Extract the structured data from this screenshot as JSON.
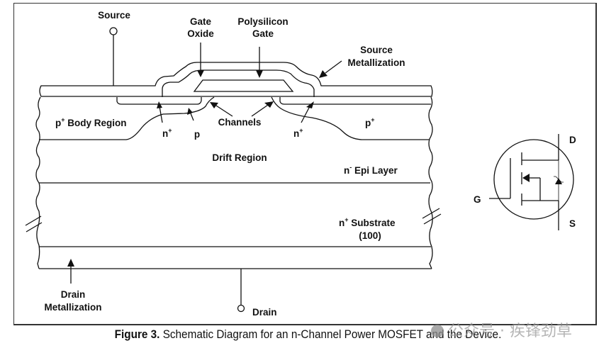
{
  "figure": {
    "caption_bold": "Figure 3.",
    "caption_text": " Schematic Diagram for an n-Channel Power MOSFET and the Device."
  },
  "labels": {
    "source": "Source",
    "gate_oxide_1": "Gate",
    "gate_oxide_2": "Oxide",
    "polysilicon_1": "Polysilicon",
    "polysilicon_2": "Gate",
    "source_metal_1": "Source",
    "source_metal_2": "Metallization",
    "p_body_base": "p",
    "p_body_sup": "+",
    "p_body_rest": " Body Region",
    "n_plus_left_base": "n",
    "n_plus_left_sup": "+",
    "p_label": "p",
    "channels": "Channels",
    "n_plus_right_base": "n",
    "n_plus_right_sup": "+",
    "p_plus_right_base": "p",
    "p_plus_right_sup": "+",
    "drift_region": "Drift Region",
    "epi_base": "n",
    "epi_sup": "-",
    "epi_rest": " Epi Layer",
    "substrate_base": "n",
    "substrate_sup": "+",
    "substrate_rest": " Substrate",
    "substrate_orientation": "(100)",
    "drain_metal_1": "Drain",
    "drain_metal_2": "Metallization",
    "drain": "Drain"
  },
  "symbol": {
    "drain": "D",
    "gate": "G",
    "source": "S"
  },
  "watermark": "公众号 · 疾锋劲草"
}
